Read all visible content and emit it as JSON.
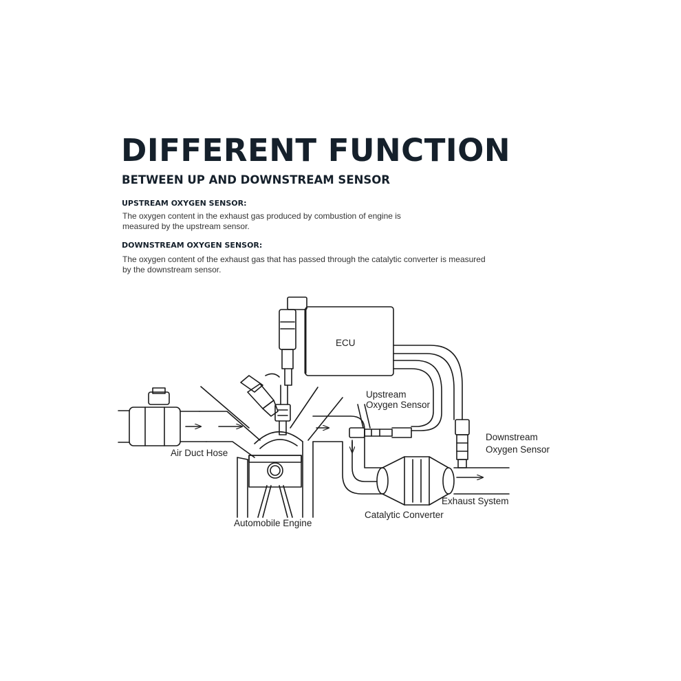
{
  "header": {
    "title": "DIFFERENT FUNCTION",
    "subtitle": "BETWEEN UP AND DOWNSTREAM SENSOR"
  },
  "sections": [
    {
      "heading": "UPSTREAM OXYGEN SENSOR:",
      "lines": [
        "The oxygen content in the exhaust gas produced by combustion of engine is",
        "measured by the upstream sensor."
      ]
    },
    {
      "heading": "DOWNSTREAM OXYGEN SENSOR:",
      "lines": [
        "The oxygen content of the exhaust gas that has passed through the catalytic converter is measured",
        "by the downstream sensor."
      ]
    }
  ],
  "diagram": {
    "ecu": "ECU",
    "upstream_sensor": [
      "Upstream",
      "Oxygen Sensor"
    ],
    "downstream_sensor": [
      "Downstream",
      "Oxygen Sensor"
    ],
    "air_duct_hose": "Air Duct Hose",
    "exhaust_system": "Exhaust System",
    "catalytic_converter": "Catalytic Converter",
    "automobile_engine": "Automobile Engine"
  }
}
